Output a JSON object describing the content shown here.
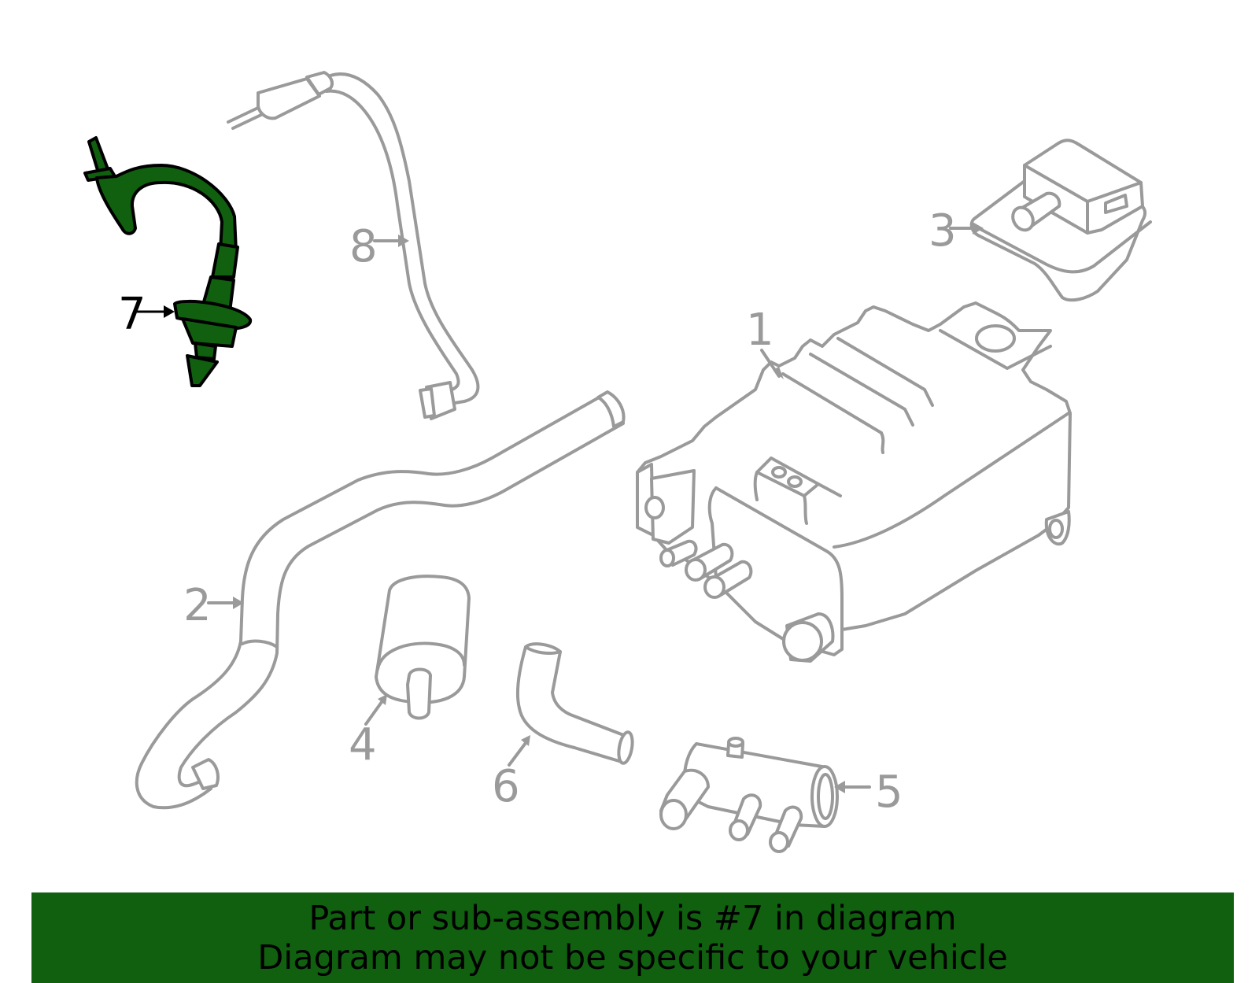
{
  "callouts": {
    "c1": "1",
    "c2": "2",
    "c3": "3",
    "c4": "4",
    "c5": "5",
    "c6": "6",
    "c7": "7",
    "c8": "8"
  },
  "highlighted_part": "7",
  "colors": {
    "highlight_fill": "#106010",
    "outline_gray": "#9a9a9a",
    "banner_bg": "#106010",
    "text": "#000000"
  },
  "banner": {
    "line1": "Part or sub-assembly is #7 in diagram",
    "line2": "Diagram may not be specific to your vehicle"
  }
}
